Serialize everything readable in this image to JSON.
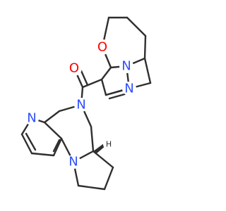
{
  "molecule": {
    "colors": {
      "bond": "#2f2f2f",
      "oxygen": "#ff0000",
      "nitrogen": "#3050f8",
      "stereo_hydrogen": "#2f2f2f"
    },
    "atoms": {
      "carbonyl_oxygen": {
        "symbol": "O",
        "color_role": "oxygen"
      },
      "ring_oxygen": {
        "symbol": "O",
        "color_role": "oxygen"
      },
      "pyrazole_n1": {
        "symbol": "N",
        "color_role": "nitrogen"
      },
      "pyrazole_n2": {
        "symbol": "N",
        "color_role": "nitrogen"
      },
      "amide_nitrogen": {
        "symbol": "N",
        "color_role": "nitrogen"
      },
      "pyridine_nitrogen": {
        "symbol": "N",
        "color_role": "nitrogen"
      },
      "pyrrolidine_nitrogen": {
        "symbol": "N",
        "color_role": "nitrogen"
      },
      "stereo_hydrogen": {
        "symbol": "H",
        "color_role": "stereo_hydrogen"
      }
    }
  }
}
